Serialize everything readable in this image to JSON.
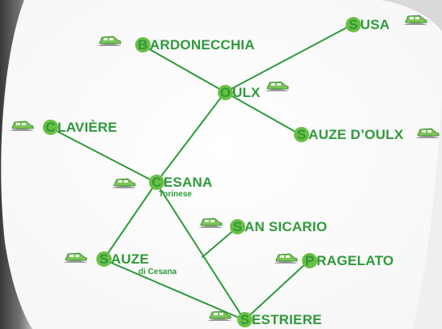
{
  "towns": {
    "susa": {
      "initial": "S",
      "rest": "USA"
    },
    "bardonecchia": {
      "initial": "B",
      "rest": "ARDONECCHIA"
    },
    "oulx": {
      "initial": "O",
      "rest": "ULX"
    },
    "sauze_oulx": {
      "initial": "S",
      "rest": "AUZE D’OULX"
    },
    "claviere": {
      "initial": "C",
      "rest": "LAVIÈRE"
    },
    "cesana": {
      "initial": "C",
      "rest": "ESANA",
      "sub": "Torinese"
    },
    "san_sicario": {
      "initial": "S",
      "rest": "AN SICARIO"
    },
    "sauze_cesana": {
      "initial": "S",
      "rest": "AUZE",
      "sub": "di Cesana"
    },
    "pragelato": {
      "initial": "P",
      "rest": "RAGELATO"
    },
    "sestriere": {
      "initial": "S",
      "rest": "ESTRIERE"
    }
  },
  "icons": [
    "car-icon"
  ],
  "colors": {
    "road": "#2e9a3a",
    "text": "#2e9a3a",
    "dot": "#6abf45",
    "car": "#7cc456",
    "ground": "#9a9a9a",
    "frame": "#4a4a4a"
  }
}
